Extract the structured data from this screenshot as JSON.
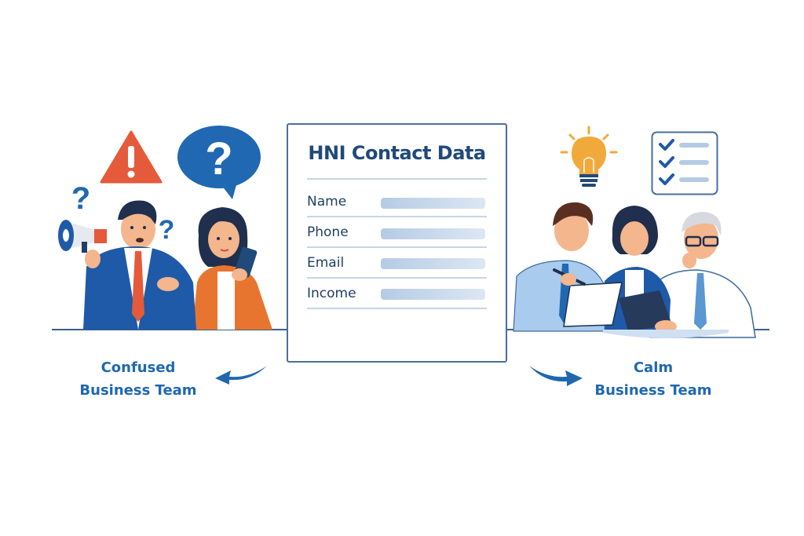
{
  "card": {
    "title": "HNI Contact Data",
    "fields": [
      {
        "label": "Name"
      },
      {
        "label": "Phone"
      },
      {
        "label": "Email"
      },
      {
        "label": "Income"
      }
    ],
    "border_color": "#4a6f9c",
    "title_color": "#1f4a7a"
  },
  "left_group": {
    "caption_line1": "Confused",
    "caption_line2": "Business Team",
    "icons": [
      "warning-icon",
      "question-bubble-icon",
      "question-mark-icon",
      "megaphone-icon"
    ],
    "accent_color": "#e45a3b"
  },
  "right_group": {
    "caption_line1": "Calm",
    "caption_line2": "Business Team",
    "icons": [
      "lightbulb-icon",
      "checklist-icon"
    ],
    "accent_color": "#f2a93b"
  },
  "caption_color": "#1f68b0"
}
